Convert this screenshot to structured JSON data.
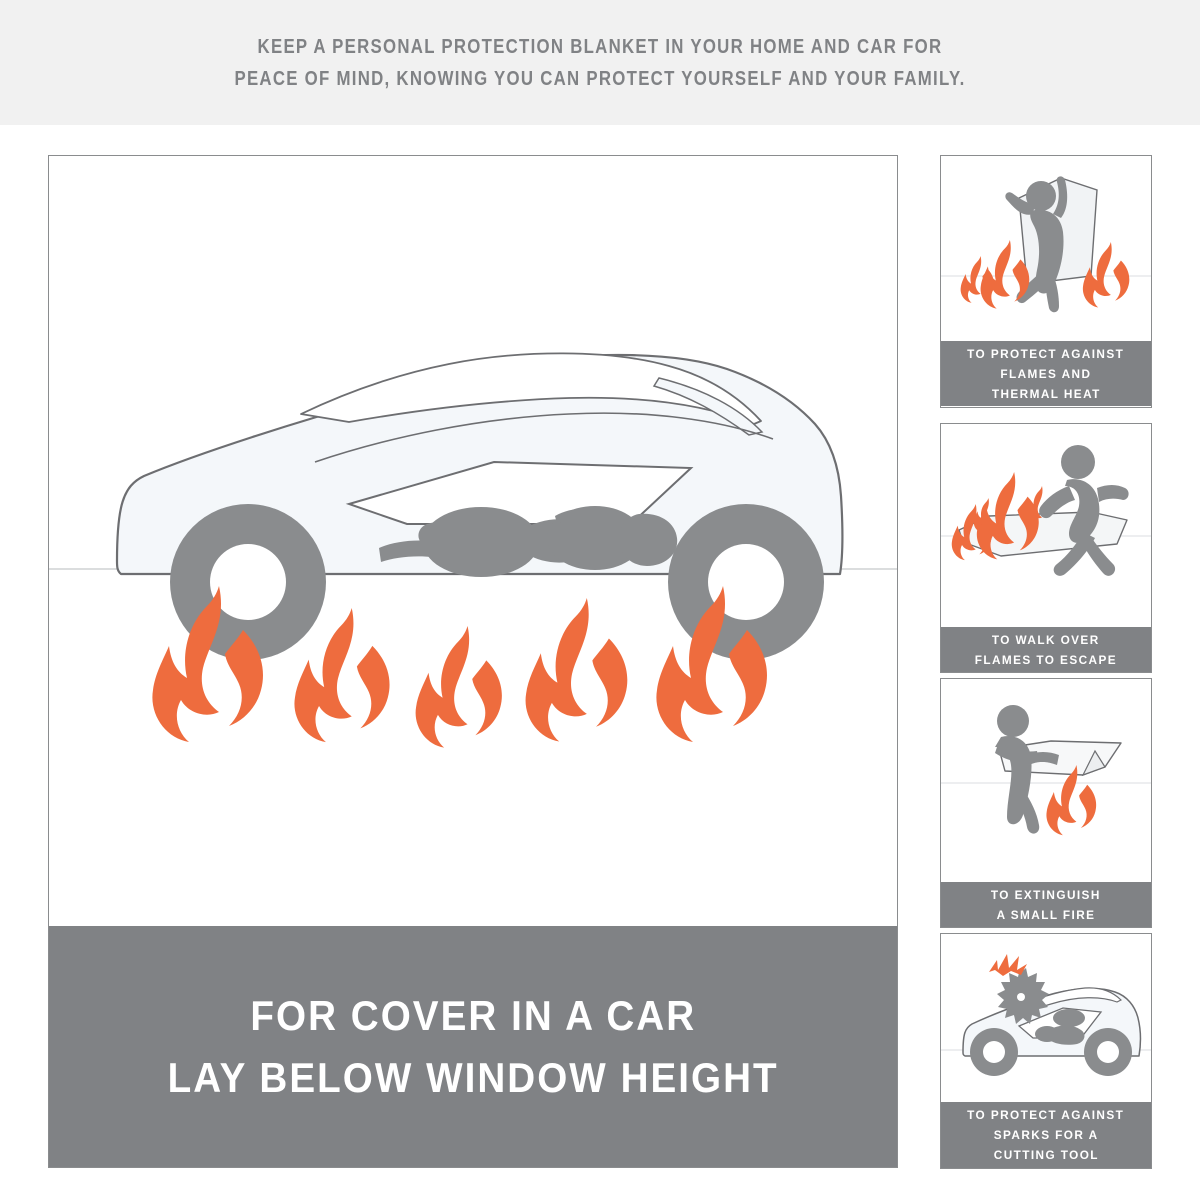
{
  "header": {
    "line1": "KEEP A PERSONAL PROTECTION BLANKET IN YOUR HOME AND CAR FOR",
    "line2": "PEACE OF MIND, KNOWING YOU CAN PROTECT YOURSELF AND YOUR FAMILY.",
    "text": "KEEP A PERSONAL PROTECTION BLANKET IN YOUR HOME AND CAR FOR\nPEACE OF MIND, KNOWING YOU CAN PROTECT YOURSELF AND YOUR FAMILY."
  },
  "main": {
    "caption_line1": "FOR COVER IN A CAR",
    "caption_line2": "LAY BELOW WINDOW HEIGHT",
    "scene": {
      "subject": "car-side-view-with-person-lying-under-blanket",
      "flame_count": 5,
      "wheel_count": 2
    }
  },
  "panels": [
    {
      "id": "protect-flames-thermal-heat",
      "icon": "person-holding-blanket-in-flames-icon",
      "caption_lines": [
        "TO PROTECT AGAINST",
        "FLAMES AND",
        "THERMAL HEAT"
      ],
      "flame_count": 3
    },
    {
      "id": "walk-over-flames",
      "icon": "person-walking-over-blanket-flames-icon",
      "caption_lines": [
        "TO WALK OVER",
        "FLAMES TO ESCAPE"
      ],
      "flame_count": 4
    },
    {
      "id": "extinguish-small-fire",
      "icon": "person-smothering-fire-with-blanket-icon",
      "caption_lines": [
        "TO EXTINGUISH",
        "A SMALL FIRE"
      ],
      "flame_count": 1
    },
    {
      "id": "protect-sparks-cutting-tool",
      "icon": "car-with-circular-saw-sparks-icon",
      "caption_lines": [
        "TO PROTECT AGAINST",
        "SPARKS FOR A",
        "CUTTING TOOL"
      ],
      "flame_count": 0
    }
  ],
  "colors": {
    "flame_orange": "#ee6c3e",
    "gray": "#808285",
    "outline_gray": "#6d6e71",
    "car_fill": "#f4f7fa",
    "header_bg": "#f1f1f1",
    "text_white": "#ffffff",
    "page_bg": "#ffffff"
  }
}
